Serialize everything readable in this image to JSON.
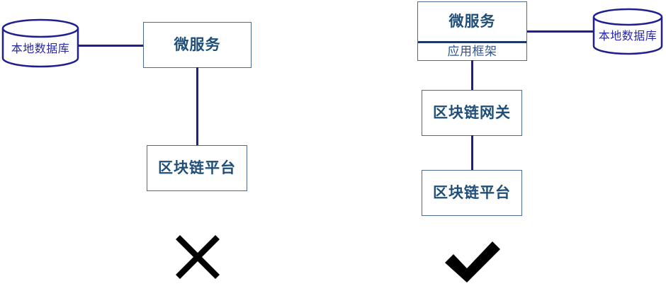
{
  "diagram": {
    "title_text_color": "#1f4e79",
    "accent_line_color": "#1f1f8f",
    "box_border_color": "#4c6a92",
    "db_text_color": "#2727a8",
    "mark_color": "#000000"
  },
  "left_panel": {
    "verdict": "cross",
    "verdict_symbol": "✖",
    "database": {
      "label": "本地数据库"
    },
    "microservice": {
      "label": "微服务"
    },
    "platform": {
      "label": "区块链平台"
    },
    "connections": [
      {
        "from": "database",
        "to": "microservice",
        "orientation": "horizontal"
      },
      {
        "from": "microservice",
        "to": "platform",
        "orientation": "vertical"
      }
    ]
  },
  "right_panel": {
    "verdict": "check",
    "verdict_symbol": "✔",
    "database": {
      "label": "本地数据库"
    },
    "microservice": {
      "label": "微服务",
      "sub_label": "应用框架"
    },
    "gateway": {
      "label": "区块链网关"
    },
    "platform": {
      "label": "区块链平台"
    },
    "connections": [
      {
        "from": "microservice",
        "to": "database",
        "orientation": "horizontal"
      },
      {
        "from": "microservice",
        "to": "gateway",
        "orientation": "vertical"
      },
      {
        "from": "gateway",
        "to": "platform",
        "orientation": "vertical"
      }
    ]
  }
}
